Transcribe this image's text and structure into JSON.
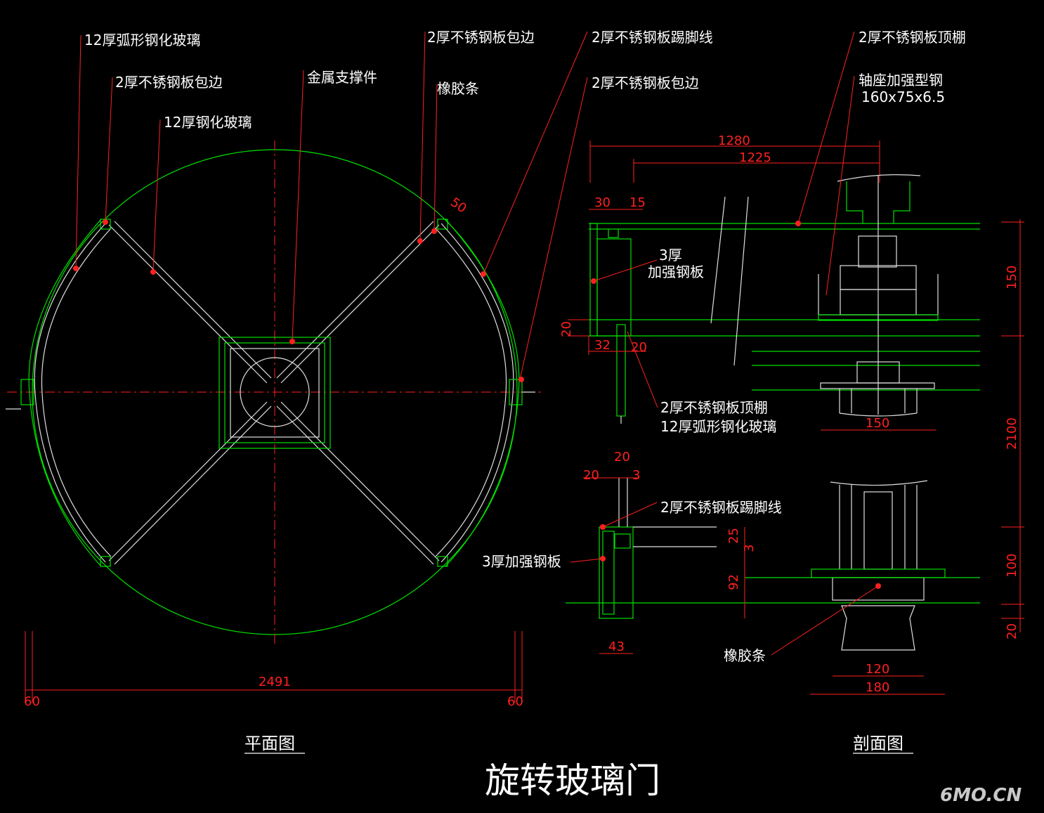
{
  "title": "旋转玻璃门",
  "watermark": "6MO.CN",
  "views": {
    "plan": "平面图",
    "section": "剖面图"
  },
  "plan_labels": {
    "arc_glass": "12厚弧形钢化玻璃",
    "edge_left": "2厚不锈钢板包边",
    "glass": "12厚钢化玻璃",
    "support": "金属支撑件",
    "edge_top": "2厚不锈钢板包边",
    "rubber": "橡胶条",
    "baseboard": "2厚不锈钢板踢脚线",
    "edge_right": "2厚不锈钢板包边"
  },
  "section_labels": {
    "ceiling_top": "2厚不锈钢板顶棚",
    "axle_steel": "轴座加强型钢",
    "axle_steel_spec": "160x75x6.5",
    "plate_3_a": "3厚",
    "plate_3_b": "加强钢板",
    "ceiling_mid": "2厚不锈钢板顶棚",
    "arc_glass": "12厚弧形钢化玻璃",
    "baseboard": "2厚不锈钢板踢脚线",
    "plate_3_full": "3厚加强钢板",
    "rubber": "橡胶条"
  },
  "dimensions": {
    "plan_diameter": "2491",
    "plan_left_offset": "60",
    "plan_right_offset": "60",
    "plan_edge": "50",
    "top_total": "1280",
    "top_inner": "1225",
    "d30": "30",
    "d15": "15",
    "d20_left": "20",
    "d32": "32",
    "d20_small": "20",
    "d150_bottom": "150",
    "d150_right": "150",
    "d2100": "2100",
    "d20_top": "20",
    "d20_left2": "20",
    "d3": "3",
    "d25": "25",
    "d3b": "3",
    "d92": "92",
    "d43": "43",
    "d100": "100",
    "d20_right": "20",
    "d120": "120",
    "d180": "180"
  }
}
